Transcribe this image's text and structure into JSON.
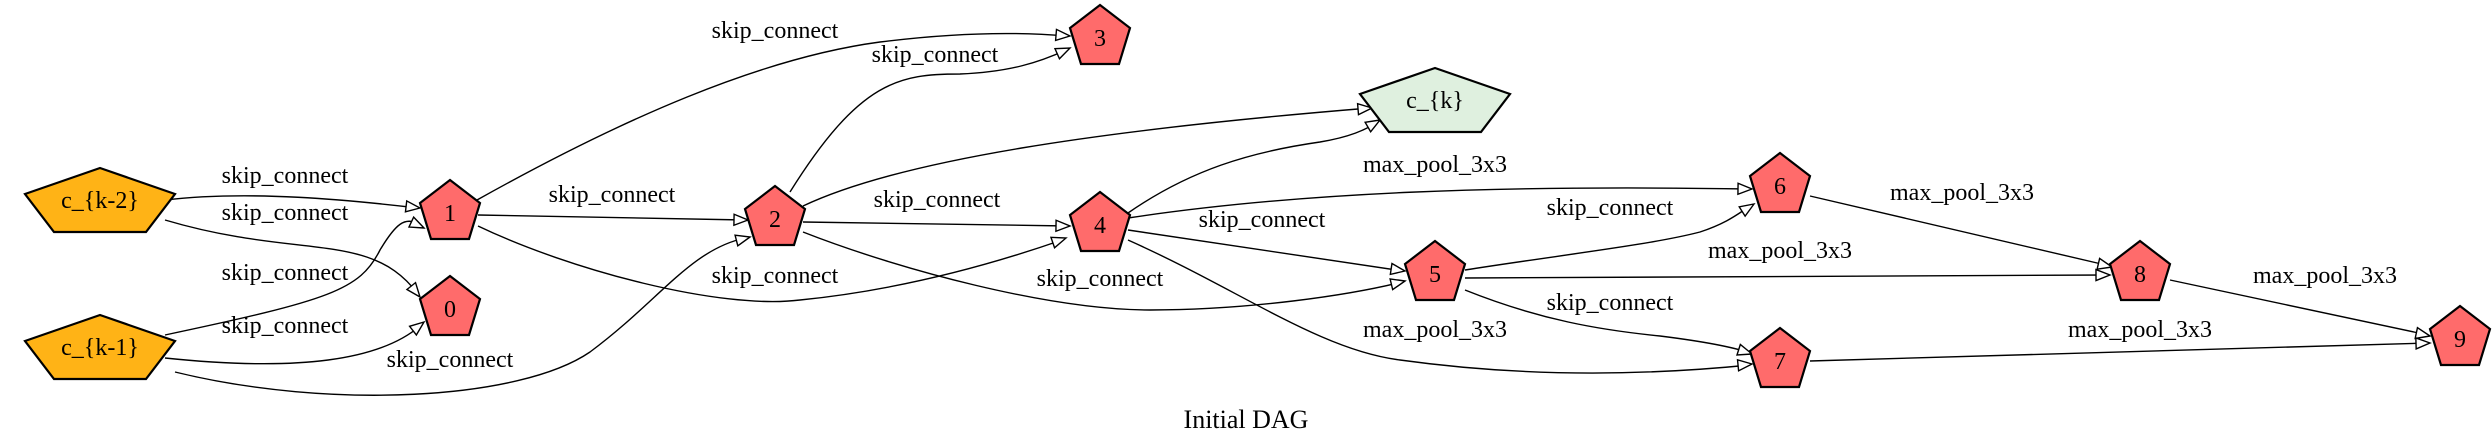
{
  "caption": "Initial DAG",
  "nodes": {
    "ck2": {
      "label": "c_{k-2}",
      "role": "input"
    },
    "ck1": {
      "label": "c_{k-1}",
      "role": "input"
    },
    "n0": {
      "label": "0",
      "role": "op"
    },
    "n1": {
      "label": "1",
      "role": "op"
    },
    "n2": {
      "label": "2",
      "role": "op"
    },
    "n3": {
      "label": "3",
      "role": "op"
    },
    "n4": {
      "label": "4",
      "role": "op"
    },
    "n5": {
      "label": "5",
      "role": "op"
    },
    "n6": {
      "label": "6",
      "role": "op"
    },
    "n7": {
      "label": "7",
      "role": "op"
    },
    "n8": {
      "label": "8",
      "role": "op"
    },
    "n9": {
      "label": "9",
      "role": "op"
    },
    "ck": {
      "label": "c_{k}",
      "role": "output"
    }
  },
  "edges": [
    {
      "id": "e-ck2-1",
      "label": "skip_connect"
    },
    {
      "id": "e-ck2-0",
      "label": "skip_connect"
    },
    {
      "id": "e-ck1-1",
      "label": "skip_connect"
    },
    {
      "id": "e-ck1-0",
      "label": "skip_connect"
    },
    {
      "id": "e-ck1-2",
      "label": "skip_connect"
    },
    {
      "id": "e-1-3",
      "label": "skip_connect"
    },
    {
      "id": "e-1-2",
      "label": "skip_connect"
    },
    {
      "id": "e-1-4",
      "label": "skip_connect"
    },
    {
      "id": "e-2-3",
      "label": "skip_connect"
    },
    {
      "id": "e-2-4",
      "label": "skip_connect"
    },
    {
      "id": "e-2-5",
      "label": "skip_connect"
    },
    {
      "id": "e-2-ck",
      "label": ""
    },
    {
      "id": "e-4-ck",
      "label": ""
    },
    {
      "id": "e-4-6",
      "label": "max_pool_3x3"
    },
    {
      "id": "e-4-5",
      "label": "skip_connect"
    },
    {
      "id": "e-4-7",
      "label": "max_pool_3x3"
    },
    {
      "id": "e-5-6",
      "label": "skip_connect"
    },
    {
      "id": "e-5-8",
      "label": "max_pool_3x3"
    },
    {
      "id": "e-5-7",
      "label": "skip_connect"
    },
    {
      "id": "e-6-8",
      "label": "max_pool_3x3"
    },
    {
      "id": "e-8-9",
      "label": "max_pool_3x3"
    },
    {
      "id": "e-7-9",
      "label": "max_pool_3x3"
    }
  ],
  "colors": {
    "input_fill": "#FFB316",
    "op_fill": "#FF6B6B",
    "output_fill": "#DFF0DF",
    "stroke": "#000000",
    "background": "#FFFFFF"
  }
}
